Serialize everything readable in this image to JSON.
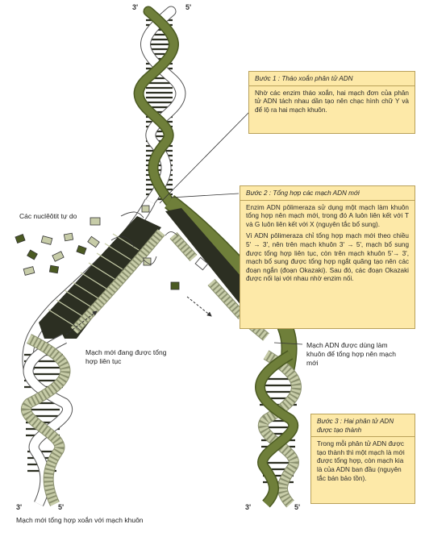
{
  "colors": {
    "template_strand": "#6f7f3a",
    "template_dark": "#4b5a22",
    "new_strand": "#c7cca8",
    "light_strand": "#ffffff",
    "base_pairs": "#2c2f22",
    "box_fill": "#fde9a8",
    "box_border": "#b9a15a"
  },
  "ends": {
    "top_left": "3'",
    "top_right": "5'",
    "bottom_left_3": "3'",
    "bottom_left_5": "5'",
    "bottom_right_3": "3'",
    "bottom_right_5": "5'"
  },
  "labels": {
    "free_nucleotides": "Các nuclêôtit tự do",
    "continuous_strand": "Mạch mới đang được tổng hợp liên tục",
    "template_strand": "Mạch ADN được dùng làm khuôn để tổng hợp nên mạch mới",
    "twisted_new_strand": "Mạch mới tổng hợp xoắn với mạch khuôn"
  },
  "step1": {
    "title": "Bước 1 : Tháo xoắn phân tử ADN",
    "body": "Nhờ các enzim tháo xoắn, hai mạch đơn của phân tử ADN tách nhau dần tạo nên chạc hình chữ Y và để lộ ra hai mạch khuôn."
  },
  "step2": {
    "title": "Bước 2 : Tổng hợp các mạch ADN mới",
    "p1": "Enzim ADN pôlimeraza sử dụng một mạch làm khuôn tổng hợp nên mạch mới, trong đó A luôn liên kết với T và G luôn liên kết với X (nguyên tắc bổ sung).",
    "p2": "Vì ADN pôlimeraza chỉ tổng hợp mạch mới theo chiều 5' → 3', nên trên mạch khuôn 3' → 5', mạch bổ sung được tổng hợp liên tục, còn trên mạch khuôn 5'→ 3', mạch bổ sung được tổng hợp ngắt quãng tạo nên các đoạn ngắn (đoạn Okazaki). Sau đó, các đoạn Okazaki được nối lại với nhau nhờ enzim nối."
  },
  "step3": {
    "title": "Bước 3 : Hai phân tử ADN được tạo thành",
    "body": "Trong mỗi phân tử ADN được tạo thành thì một mạch là mới được tổng hợp, còn mạch kia là của ADN ban đầu (nguyên tắc bán bảo tồn)."
  }
}
